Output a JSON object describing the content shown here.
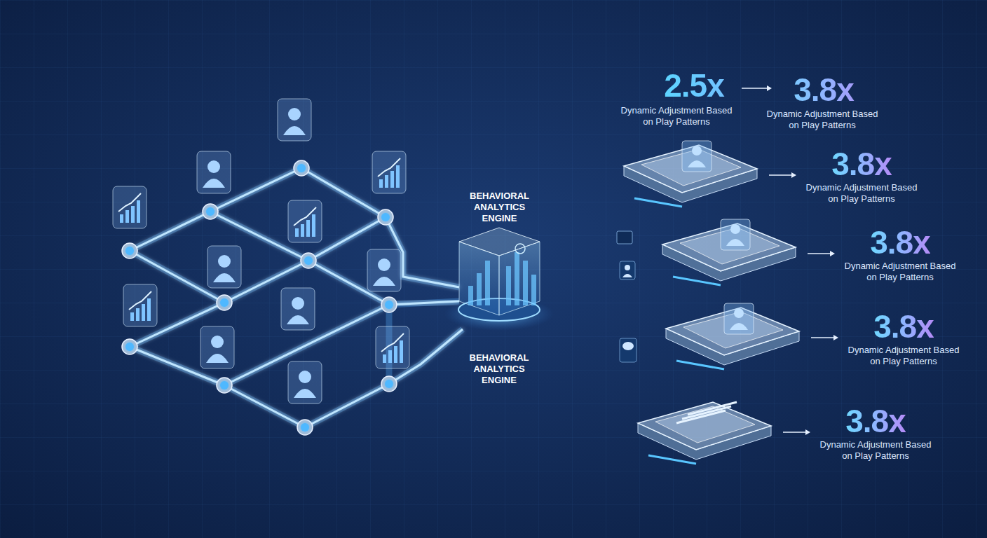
{
  "diagram": {
    "nodes": [
      {
        "text": [
          "BEHAVIORAL ANALYTICS ENGINE"
        ]
      },
      {
        "text": [
          "3.8x",
          "Dynamic Adjustment Based on Play Patterns"
        ]
      },
      {
        "text": [
          "3.8x",
          "Dynamic Adjustment Based on Play Patterns"
        ]
      },
      {
        "text": [
          "3.8x",
          "Dynamic Adjustment Based on Play Patterns"
        ]
      },
      {
        "text": [
          "3.8x",
          "Dynamic Adjustment Based on Play Patterns"
        ]
      }
    ],
    "edges": [
      {
        "from": 0,
        "to": 1,
        "arrow": "none"
      },
      {
        "from": 0,
        "to": 2,
        "arrow": "none"
      },
      {
        "from": 0,
        "to": 3,
        "arrow": "none"
      },
      {
        "from": 0,
        "to": 4,
        "arrow": "none"
      }
    ],
    "labels": [
      "2.5x",
      "Dynamic Adjustment Based on Play Patterns",
      "3.8x",
      "Dynamic Adjustment Based on Play Patterns",
      "BEHAVIORAL ANALYTICS ENGINE"
    ]
  }
}
